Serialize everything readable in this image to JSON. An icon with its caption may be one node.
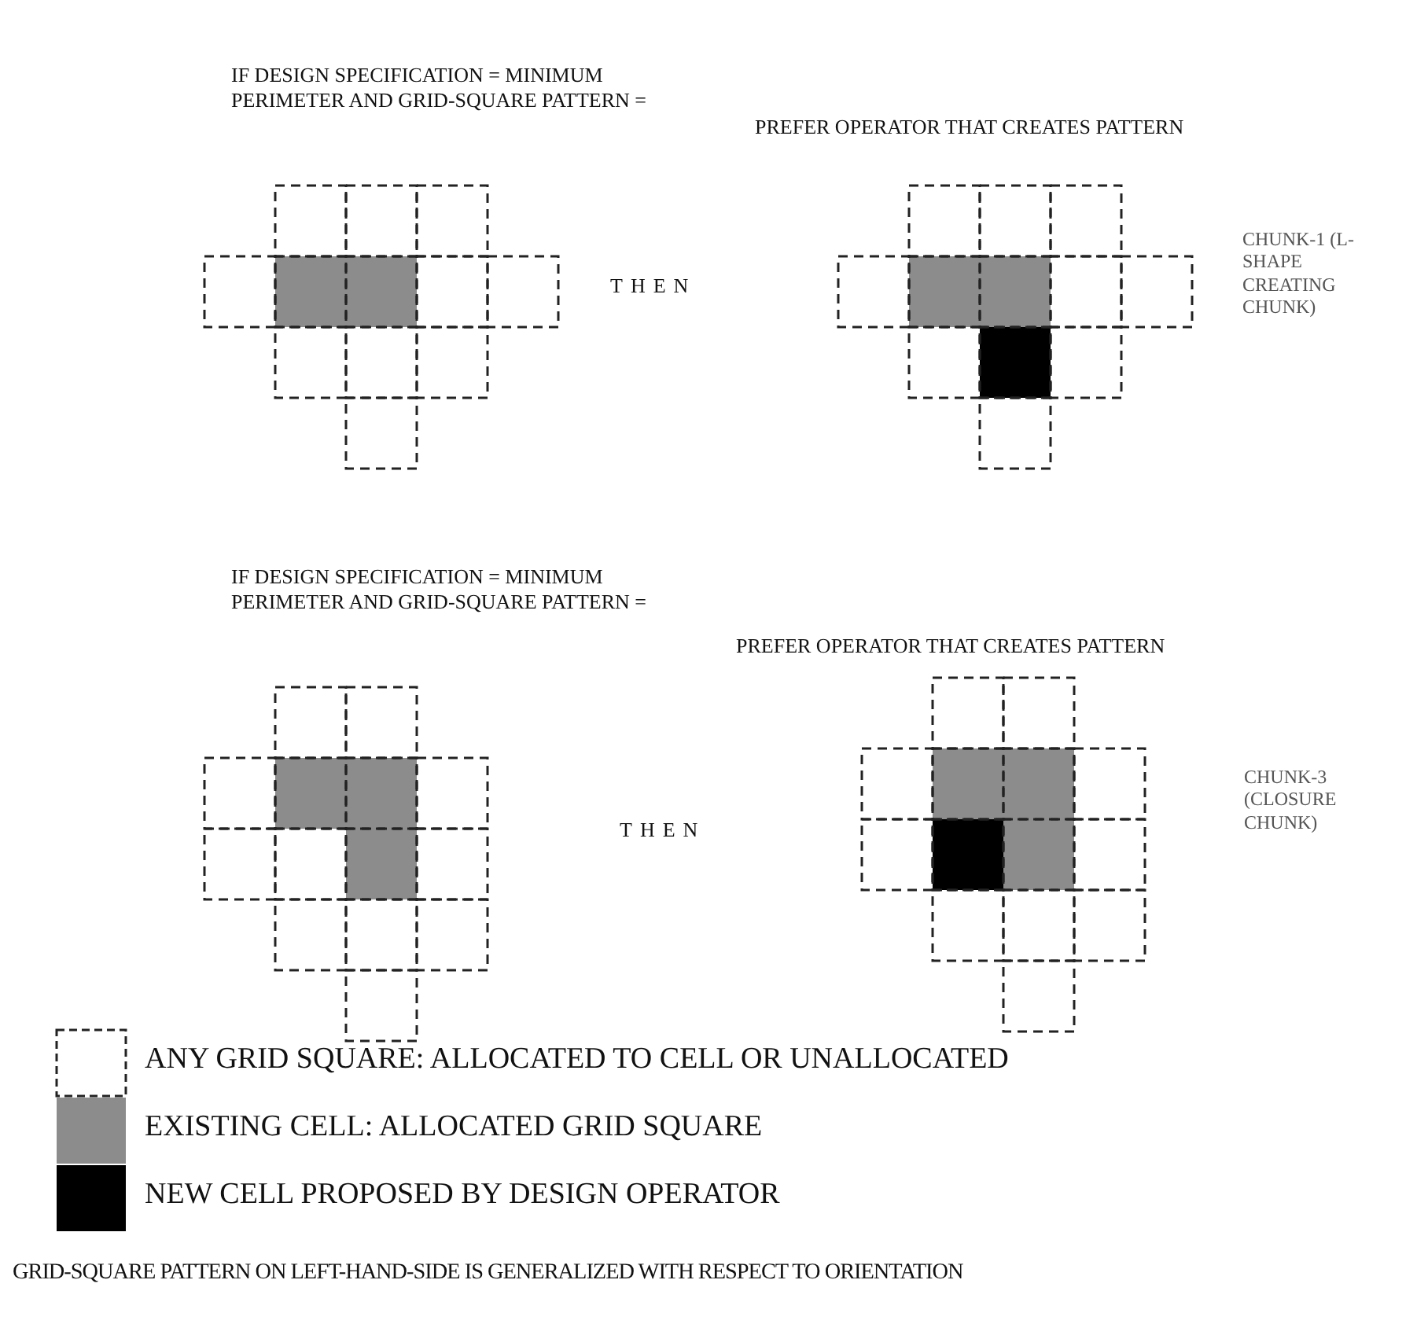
{
  "diagram": {
    "labels": [
      "IF DESIGN SPECIFICATION = MINIMUM PERIMETER AND GRID-SQUARE PATTERN =",
      "PREFER OPERATOR THAT CREATES PATTERN",
      "THEN",
      "CHUNK-1 (L-SHAPE CREATING CHUNK)",
      "IF DESIGN SPECIFICATION = MINIMUM PERIMETER AND GRID-SQUARE PATTERN =",
      "PREFER OPERATOR THAT CREATES PATTERN",
      "THEN",
      "CHUNK-3 (CLOSURE CHUNK)",
      "GRID-SQUARE PATTERN ON LEFT-HAND-SIDE IS GENERALIZED WITH RESPECT TO ORIENTATION"
    ],
    "legend": [
      {
        "text": "ANY GRID SQUARE: ALLOCATED TO CELL OR UNALLOCATED"
      },
      {
        "text": "EXISTING CELL: ALLOCATED GRID SQUARE",
        "color": "#8c8c8c"
      },
      {
        "text": "NEW CELL PROPOSED BY DESIGN OPERATOR",
        "color": "#000000"
      }
    ]
  }
}
